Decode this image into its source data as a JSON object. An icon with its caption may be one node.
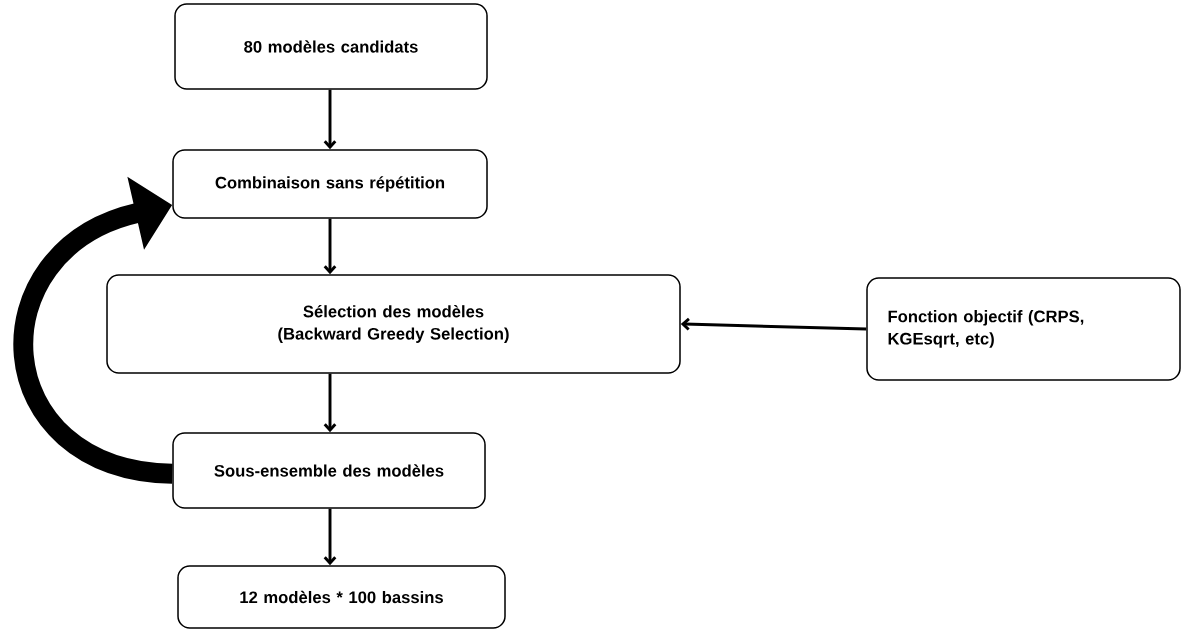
{
  "diagram": {
    "nodes": [
      {
        "text": [
          "80 modèles candidats"
        ]
      },
      {
        "text": [
          "Combinaison sans répétition"
        ]
      },
      {
        "text": [
          "Sélection des modèles (Backward Greedy Selection)"
        ]
      },
      {
        "text": [
          "Fonction objectif (CRPS, KGEsqrt, etc)"
        ]
      },
      {
        "text": [
          "Sous-ensemble des modèles"
        ]
      },
      {
        "text": [
          "12 modèles * 100 bassins"
        ]
      }
    ],
    "edges": [
      {
        "from": 0,
        "to": 1,
        "arrow": "to"
      },
      {
        "from": 1,
        "to": 2,
        "arrow": "to"
      },
      {
        "from": 2,
        "to": 4,
        "arrow": "to"
      },
      {
        "from": 4,
        "to": 5,
        "arrow": "to"
      },
      {
        "from": 3,
        "to": 2,
        "arrow": "to"
      },
      {
        "from": 4,
        "to": 1,
        "arrow": "to",
        "style": "thick"
      }
    ]
  }
}
